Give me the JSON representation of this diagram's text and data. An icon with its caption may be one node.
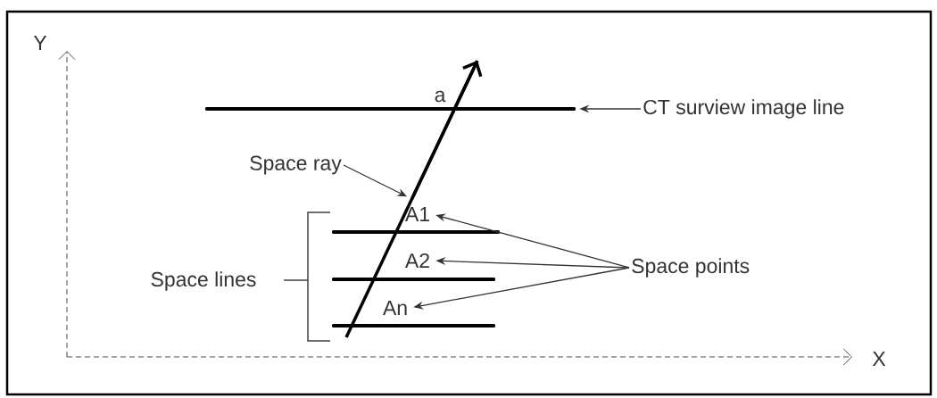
{
  "diagram": {
    "nodes": [
      {
        "text": [
          "CT surview image line"
        ]
      },
      {
        "text": [],
        "shape": "bar"
      },
      {
        "text": [
          "Space ray"
        ]
      },
      {
        "text": [],
        "shape": "line"
      },
      {
        "text": [
          "Space points"
        ]
      },
      {
        "text": [
          "A1"
        ]
      },
      {
        "text": [
          "A2"
        ]
      },
      {
        "text": [
          "An"
        ]
      },
      {
        "text": [],
        "shape": "bar"
      },
      {
        "text": [],
        "shape": "bar"
      },
      {
        "text": [],
        "shape": "bar"
      }
    ],
    "edges": [
      {
        "from": 0,
        "to": 1,
        "arrow": "to"
      },
      {
        "from": 2,
        "to": 3,
        "arrow": "to"
      },
      {
        "from": 4,
        "to": 5,
        "arrow": "to"
      },
      {
        "from": 4,
        "to": 6,
        "arrow": "to"
      },
      {
        "from": 4,
        "to": 7,
        "arrow": "to"
      }
    ],
    "labels": [
      "Y",
      "a",
      "Space lines",
      "X"
    ]
  }
}
